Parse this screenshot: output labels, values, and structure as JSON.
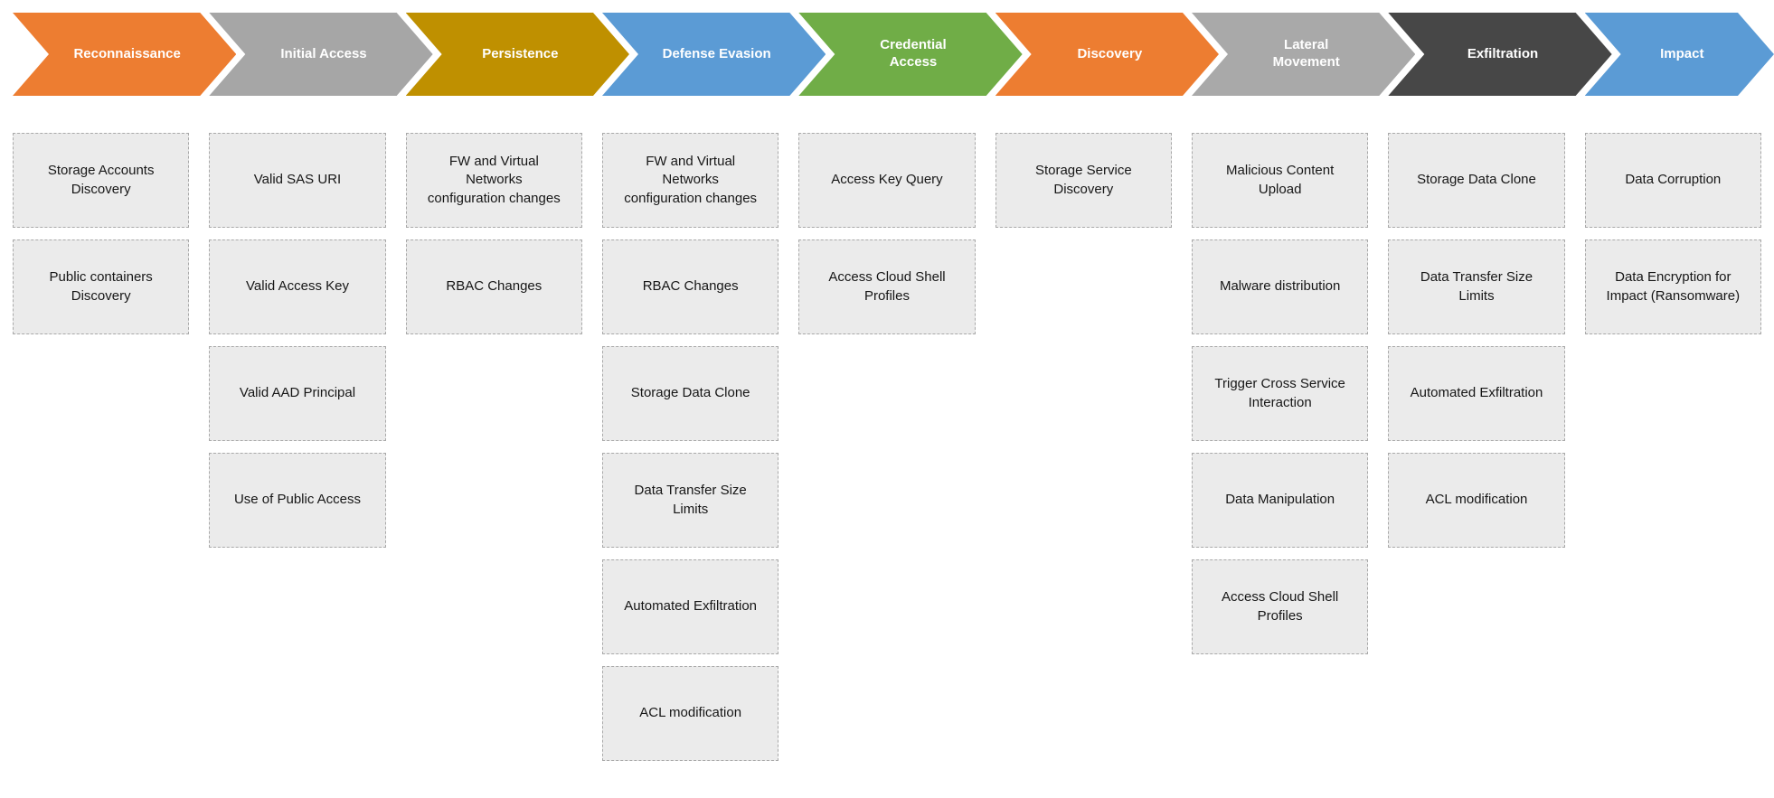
{
  "diagram": {
    "description": "Azure Storage attack kill-chain matrix",
    "colors": {
      "box_fill": "#EBEBEB",
      "box_border": "#A9A9A9",
      "box_text": "#161616",
      "arrow_text": "#FFFFFF"
    },
    "phases": [
      {
        "label": "Reconnaissance",
        "color": "#ED7D31",
        "techniques": [
          "Storage Accounts Discovery",
          "Public containers Discovery"
        ]
      },
      {
        "label": "Initial Access",
        "color": "#A6A6A6",
        "techniques": [
          "Valid SAS URI",
          "Valid Access Key",
          "Valid AAD Principal",
          "Use of Public Access"
        ]
      },
      {
        "label": "Persistence",
        "color": "#BF9000",
        "techniques": [
          "FW and Virtual Networks configuration changes",
          "RBAC Changes"
        ]
      },
      {
        "label": "Defense Evasion",
        "color": "#5B9BD5",
        "techniques": [
          "FW and Virtual Networks configuration changes",
          "RBAC Changes",
          "Storage Data Clone",
          "Data Transfer Size Limits",
          "Automated Exfiltration",
          "ACL modification"
        ]
      },
      {
        "label": "Credential Access",
        "color": "#70AD47",
        "techniques": [
          "Access Key Query",
          "Access Cloud Shell Profiles"
        ]
      },
      {
        "label": "Discovery",
        "color": "#ED7D31",
        "techniques": [
          "Storage Service Discovery"
        ]
      },
      {
        "label": "Lateral Movement",
        "color": "#A9A9A9",
        "techniques": [
          "Malicious Content Upload",
          "Malware distribution",
          "Trigger Cross Service Interaction",
          "Data Manipulation",
          "Access Cloud Shell Profiles"
        ]
      },
      {
        "label": "Exfiltration",
        "color": "#474747",
        "techniques": [
          "Storage Data Clone",
          "Data Transfer Size Limits",
          "Automated Exfiltration",
          "ACL modification"
        ]
      },
      {
        "label": "Impact",
        "color": "#5B9BD5",
        "techniques": [
          "Data Corruption",
          "Data Encryption for Impact (Ransomware)"
        ]
      }
    ]
  }
}
